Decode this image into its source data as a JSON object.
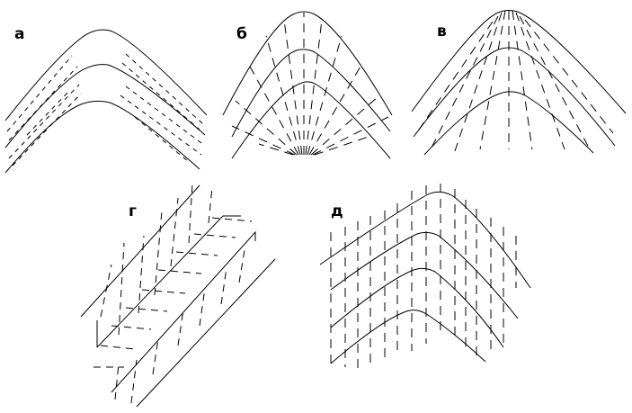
{
  "panels": [
    {
      "id": "a",
      "label": "а"
    },
    {
      "id": "b",
      "label": "б"
    },
    {
      "id": "v",
      "label": "в"
    },
    {
      "id": "g",
      "label": "г"
    },
    {
      "id": "d",
      "label": "д"
    }
  ]
}
